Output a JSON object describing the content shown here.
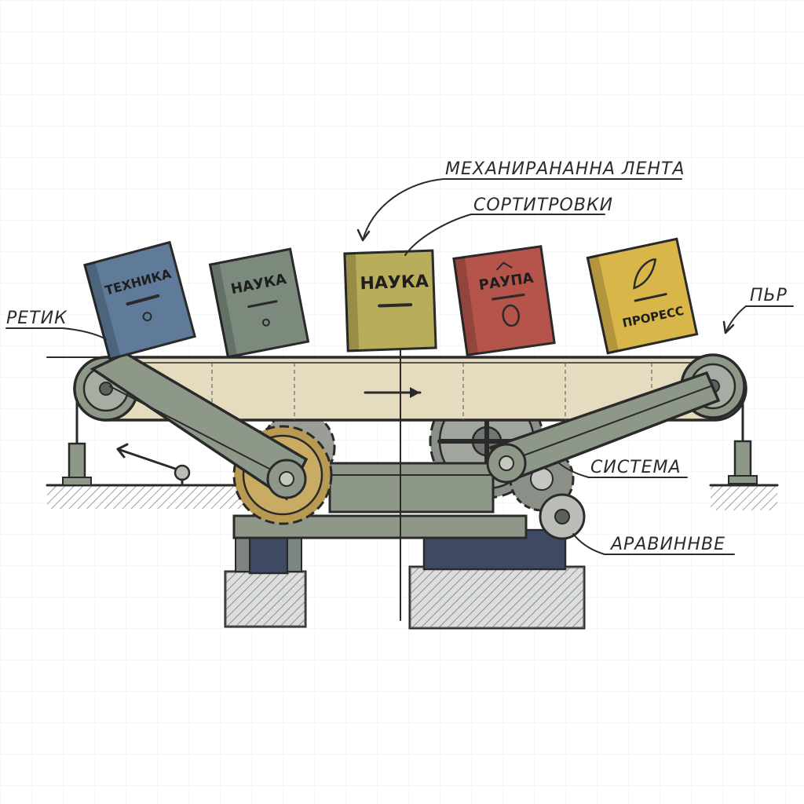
{
  "labels": {
    "belt": "МЕХАНИРАНАННА ЛЕНТА",
    "sorting": "СОРТИТРОВКИ",
    "left": "РЕТИК",
    "right": "ПЬР",
    "system": "СИСТЕМА",
    "bottom": "АРАВИННВЕ"
  },
  "books": [
    {
      "title": "ТЕХНИКА",
      "color": "#5f7b99"
    },
    {
      "title": "НАУКА",
      "color": "#7b8a7d"
    },
    {
      "title": "НАУКА",
      "color": "#b8ad5a"
    },
    {
      "title": "РАУПА",
      "color": "#b4544a"
    },
    {
      "title": "ПРОРЕСС",
      "color": "#d9b64a"
    }
  ],
  "colors": {
    "belt": "#e5dcc0",
    "frame": "#8e9889",
    "gear_brass": "#b89a52",
    "gear_steel": "#8a8f88",
    "base_dark": "#3e4a63"
  }
}
